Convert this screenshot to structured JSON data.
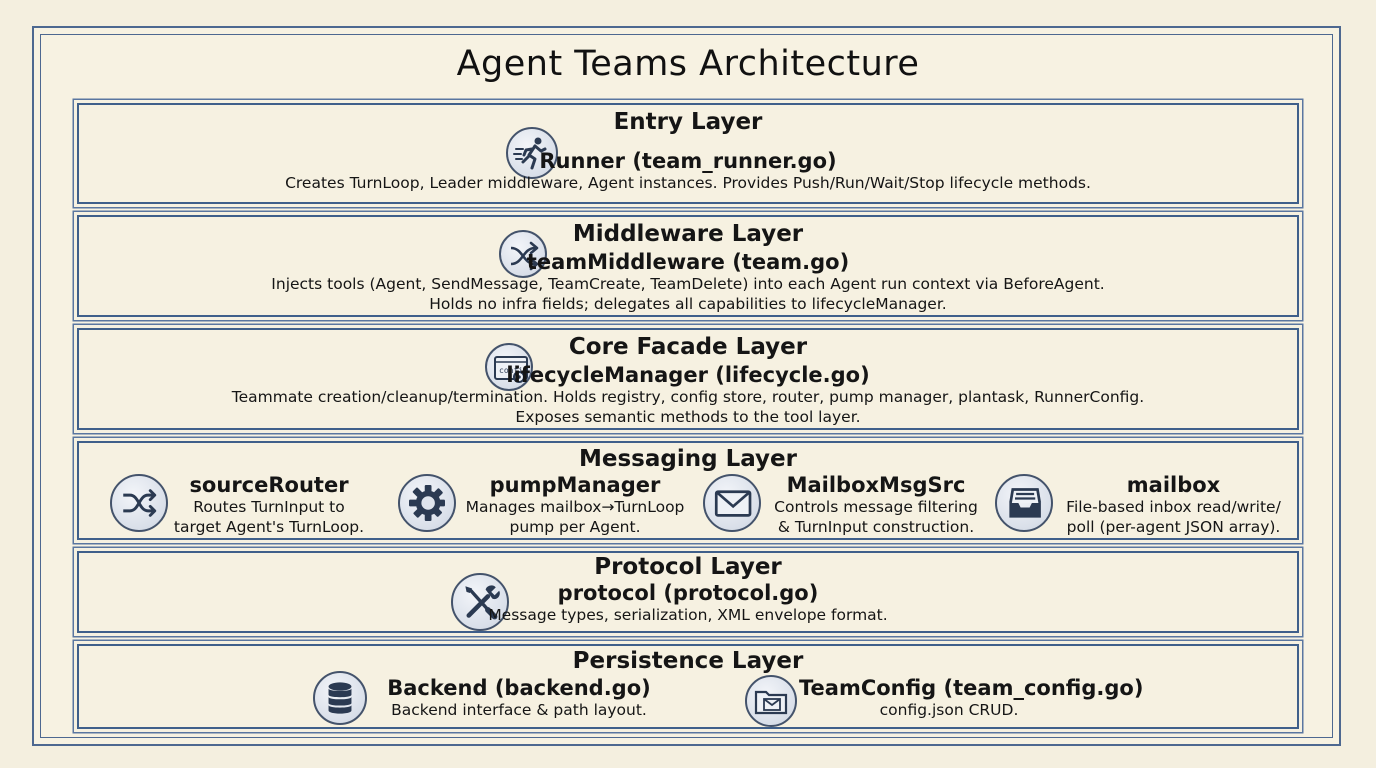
{
  "title": "Agent Teams Architecture",
  "layers": [
    {
      "title": "Entry Layer",
      "components": [
        {
          "icon": "running-person-icon",
          "name": "Runner (team_runner.go)",
          "desc": [
            "Creates TurnLoop, Leader middleware, Agent instances. Provides Push/Run/Wait/Stop lifecycle methods."
          ]
        }
      ]
    },
    {
      "title": "Middleware Layer",
      "components": [
        {
          "icon": "shuffle-arrows-icon",
          "name": "teamMiddleware (team.go)",
          "desc": [
            "Injects tools (Agent, SendMessage, TeamCreate, TeamDelete) into each Agent run context via BeforeAgent.",
            "Holds no infra fields; delegates all capabilities to lifecycleManager."
          ]
        }
      ]
    },
    {
      "title": "Core Facade Layer",
      "components": [
        {
          "icon": "config-window-gear-icon",
          "icon_text": "config",
          "name": "lifecycleManager (lifecycle.go)",
          "desc": [
            "Teammate creation/cleanup/termination. Holds registry, config store, router, pump manager, plantask, RunnerConfig.",
            "Exposes semantic methods to the tool layer."
          ]
        }
      ]
    },
    {
      "title": "Messaging Layer",
      "components": [
        {
          "icon": "shuffle-icon",
          "name": "sourceRouter",
          "desc": [
            "Routes TurnInput to",
            "target Agent's TurnLoop."
          ]
        },
        {
          "icon": "gear-icon",
          "name": "pumpManager",
          "desc": [
            "Manages mailbox→TurnLoop",
            "pump per Agent."
          ]
        },
        {
          "icon": "envelope-icon",
          "name": "MailboxMsgSrc",
          "desc": [
            "Controls message filtering",
            "& TurnInput construction."
          ]
        },
        {
          "icon": "inbox-tray-icon",
          "name": "mailbox",
          "desc": [
            "File-based inbox read/write/",
            "poll (per-agent JSON array)."
          ]
        }
      ]
    },
    {
      "title": "Protocol Layer",
      "components": [
        {
          "icon": "wrench-screwdriver-icon",
          "name": "protocol (protocol.go)",
          "desc": [
            "Message types, serialization, XML envelope format."
          ]
        }
      ]
    },
    {
      "title": "Persistence Layer",
      "components": [
        {
          "icon": "database-icon",
          "name": "Backend (backend.go)",
          "desc": [
            "Backend interface & path layout."
          ]
        },
        {
          "icon": "folder-envelope-icon",
          "name": "TeamConfig (team_config.go)",
          "desc": [
            "config.json CRUD."
          ]
        }
      ]
    }
  ]
}
